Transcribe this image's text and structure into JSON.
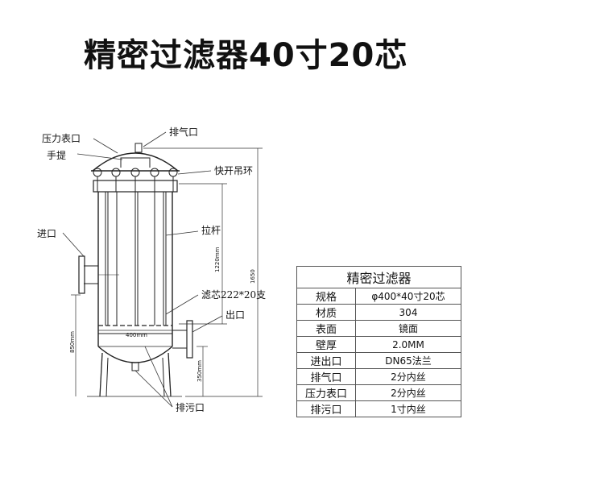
{
  "title": "精密过滤器40寸20芯",
  "labels": {
    "pressure_gauge": "压力表口",
    "handle": "手提",
    "vent": "排气口",
    "quick_ring": "快开吊环",
    "inlet": "进口",
    "tie_rod": "拉杆",
    "filter_cartridge": "滤芯222*20支",
    "outlet": "出口",
    "drain": "排污口"
  },
  "dimensions": {
    "d_1220": "1220mm",
    "d_1650": "1650",
    "d_400": "400mm",
    "d_850": "850mm",
    "d_350": "350mm"
  },
  "spec_table": {
    "header": "精密过滤器",
    "rows": [
      {
        "key": "规格",
        "value": "φ400*40寸20芯"
      },
      {
        "key": "材质",
        "value": "304"
      },
      {
        "key": "表面",
        "value": "镜面"
      },
      {
        "key": "壁厚",
        "value": "2.0MM"
      },
      {
        "key": "进出口",
        "value": "DN65法兰"
      },
      {
        "key": "排气口",
        "value": "2分内丝"
      },
      {
        "key": "压力表口",
        "value": "2分内丝"
      },
      {
        "key": "排污口",
        "value": "1寸内丝"
      }
    ]
  }
}
